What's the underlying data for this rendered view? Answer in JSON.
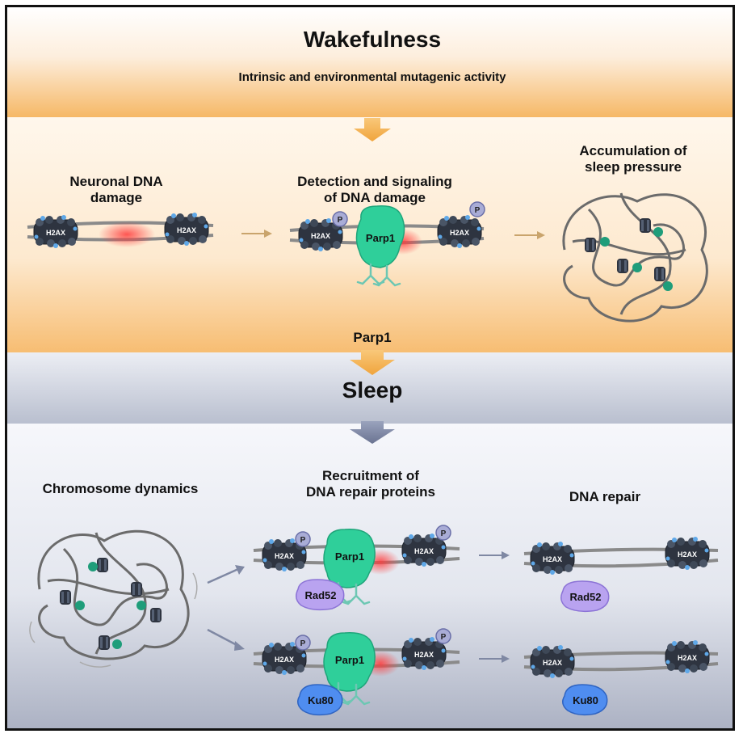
{
  "wake": {
    "title": "Wakefulness",
    "subtitle": "Intrinsic and environmental mutagenic activity",
    "step1": "Neuronal DNA\ndamage",
    "step2": "Detection and signaling\nof DNA damage",
    "step3": "Accumulation of\nsleep pressure",
    "transition": "Parp1"
  },
  "sleep": {
    "title": "Sleep",
    "step1": "Chromosome dynamics",
    "step2": "Recruitment of\nDNA repair proteins",
    "step3": "DNA repair"
  },
  "molecules": {
    "histone": "H2AX",
    "phospho": "P",
    "parp": "Parp1",
    "rad52": "Rad52",
    "ku80": "Ku80"
  },
  "colors": {
    "wake_accent": "#f5b25a",
    "sleep_accent": "#7f88a3",
    "parp": "#2fcf9a",
    "rad52": "#b9a3f0",
    "ku80": "#4f8df0",
    "damage": "#ff4a4a",
    "dna": "#8a8a8a"
  }
}
